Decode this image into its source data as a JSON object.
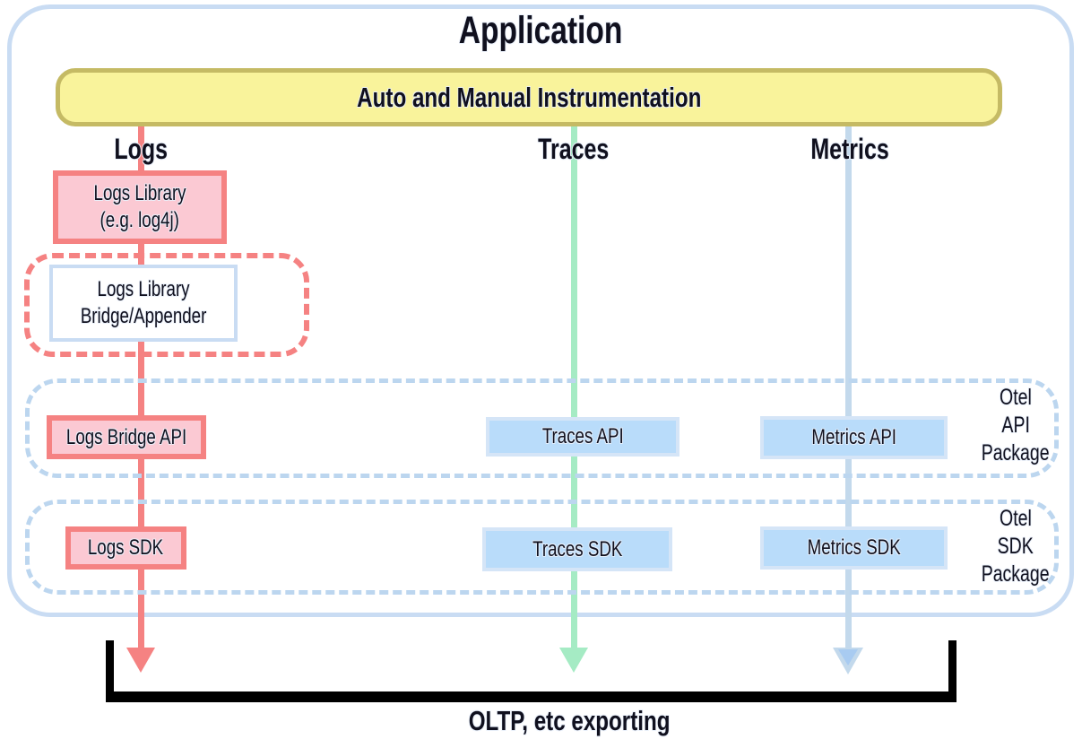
{
  "app": {
    "title": "Application",
    "instrumentation_label": "Auto and Manual Instrumentation"
  },
  "columns": [
    {
      "label": "Logs"
    },
    {
      "label": "Traces"
    },
    {
      "label": "Metrics"
    }
  ],
  "logs_column": {
    "library_box": {
      "line1": "Logs Library",
      "line2": "(e.g. log4j)"
    },
    "bridge_box": {
      "line1": "Logs Library",
      "line2": "Bridge/Appender"
    },
    "bridge_api_label": "Logs Bridge API",
    "sdk_label": "Logs SDK"
  },
  "traces_column": {
    "api_label": "Traces API",
    "sdk_label": "Traces SDK"
  },
  "metrics_column": {
    "api_label": "Metrics API",
    "sdk_label": "Metrics SDK"
  },
  "packages": {
    "api": {
      "line1": "Otel",
      "line2": "API",
      "line3": "Package"
    },
    "sdk": {
      "line1": "Otel",
      "line2": "SDK",
      "line3": "Package"
    }
  },
  "footer": {
    "export_label": "OLTP, etc exporting"
  },
  "colors": {
    "yellow_fill": "#F9F39B",
    "yellow_border": "#C5BA64",
    "pink_fill": "#FBC9D3",
    "pink_border": "#F58282",
    "blue_fill": "#B9DCFA",
    "blue_border": "#D5E5F7",
    "dashed_blue": "#BCD6EF",
    "container_border": "#C9DCF3",
    "red_accent": "#F58282",
    "green_accent": "#A5EBC4",
    "blue_accent": "#C3D9EC",
    "blue_arrow_inner": "#A8CBF1",
    "bracket": "#000000",
    "text": "#10101E"
  }
}
